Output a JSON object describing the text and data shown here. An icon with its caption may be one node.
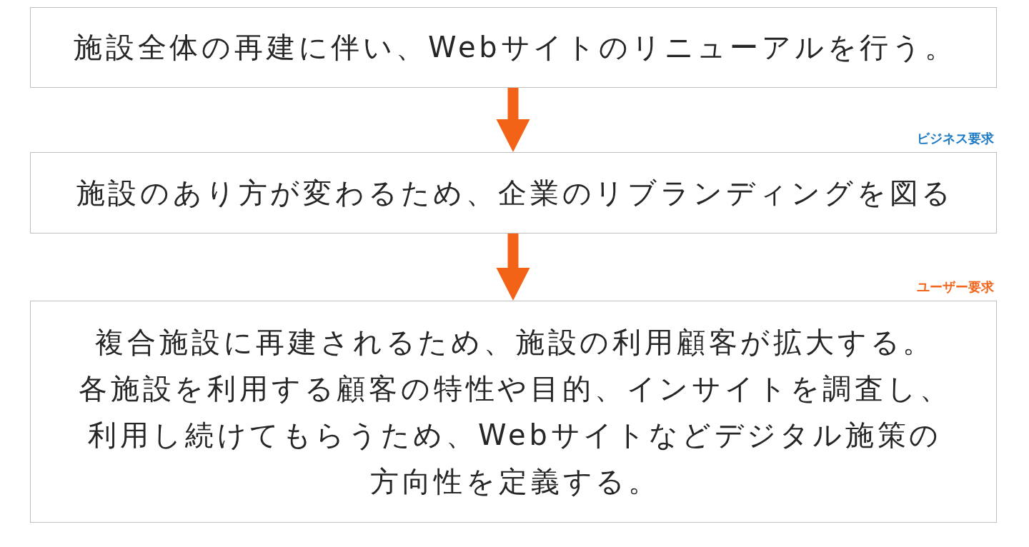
{
  "diagram": {
    "nodes": [
      {
        "text": [
          "施設全体の再建に伴い、Webサイトのリニューアルを行う。"
        ]
      },
      {
        "text": [
          "施設のあり方が変わるため、企業のリブランディングを図る"
        ],
        "beside": [
          "ビジネス要求"
        ]
      },
      {
        "text": [
          "複合施設に再建されるため、施設の利用顧客が拡大する。",
          "各施設を利用する顧客の特性や目的、インサイトを調査し、利用し続けてもらうため、Webサイトなどデジタル施策の方向性を定義する。"
        ],
        "beside": [
          "ユーザー要求"
        ]
      }
    ],
    "edges": [
      {
        "from": 0,
        "to": 1,
        "arrow": "to"
      },
      {
        "from": 1,
        "to": 2,
        "arrow": "to"
      }
    ]
  }
}
